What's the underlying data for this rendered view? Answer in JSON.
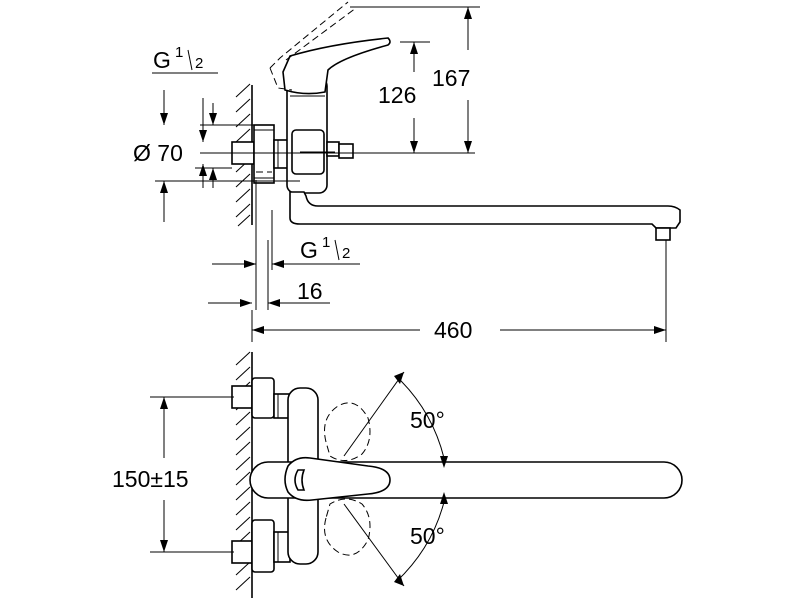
{
  "labels": {
    "thread_top": "G",
    "thread_top_num": "1",
    "thread_top_den": "2",
    "diameter": "Ø 70",
    "height_126": "126",
    "height_167": "167",
    "thread_bottom": "G",
    "thread_bottom_num": "1",
    "thread_bottom_den": "2",
    "depth_16": "16",
    "length_460": "460",
    "spacing": "150±15",
    "angle_top": "50°",
    "angle_bottom": "50°"
  }
}
